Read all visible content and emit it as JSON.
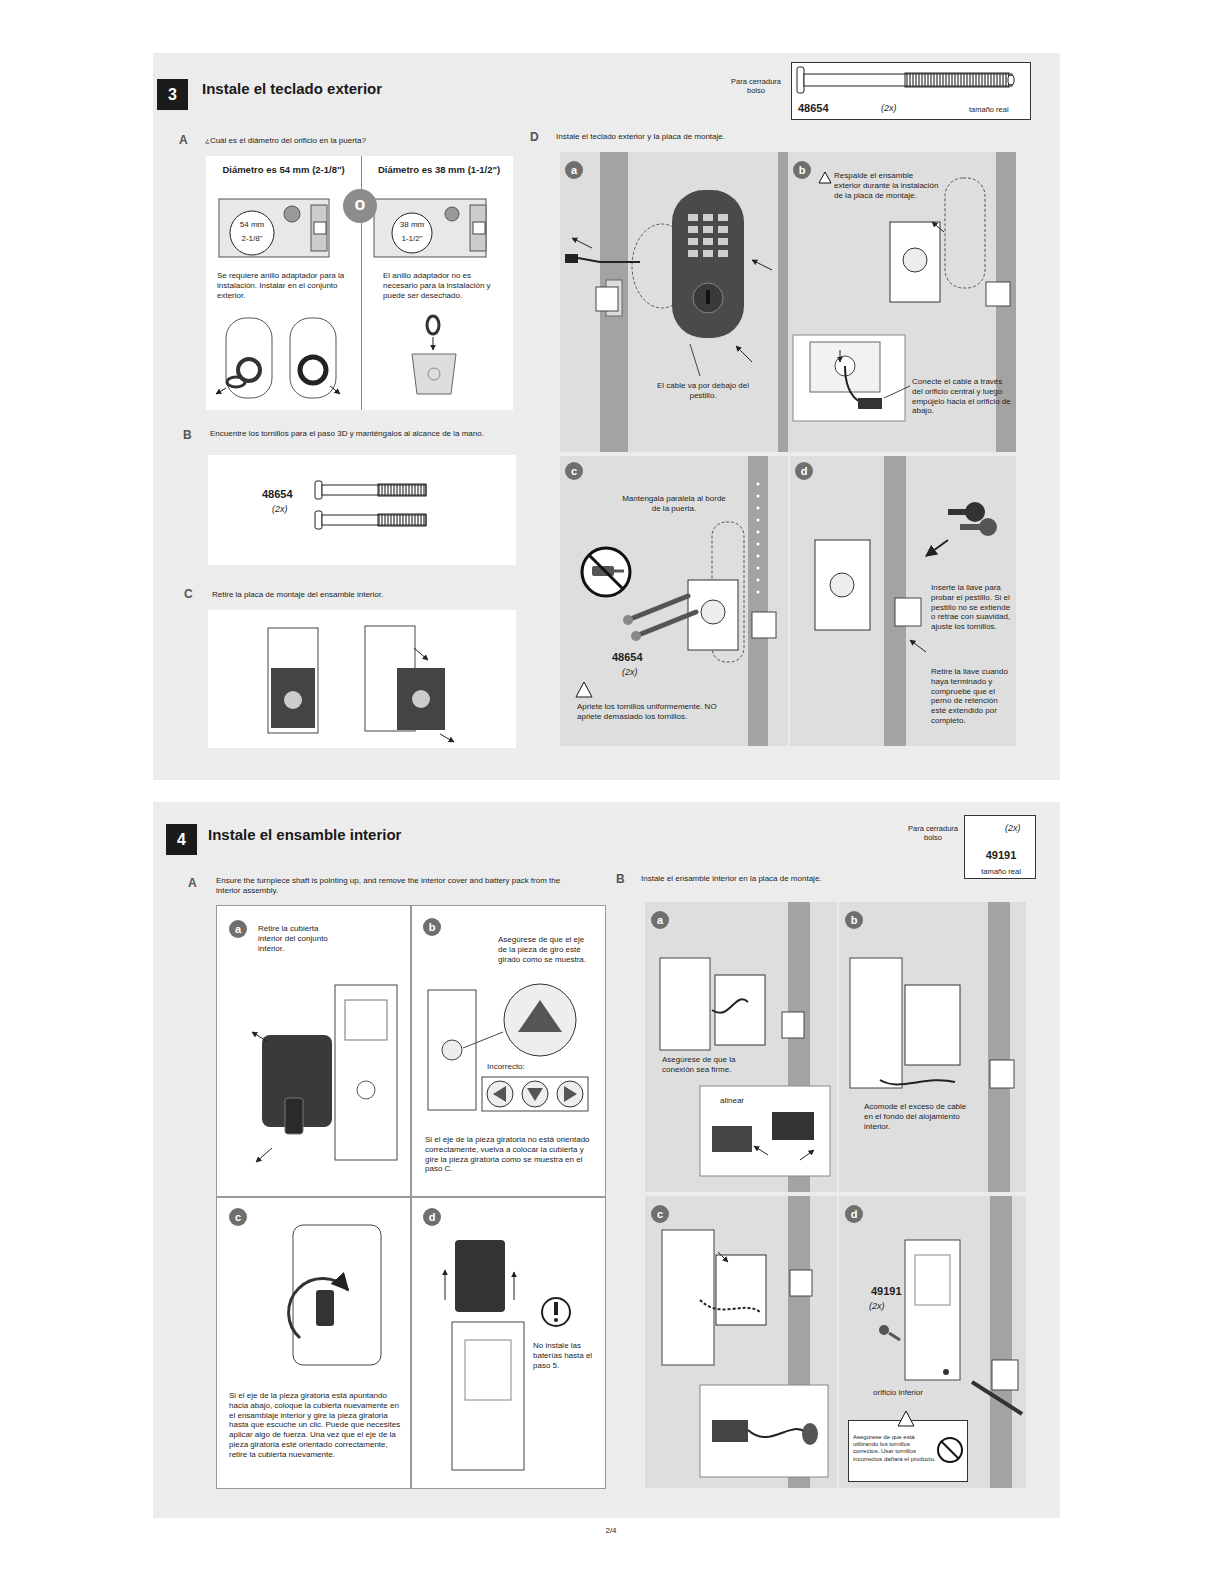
{
  "diagram": {
    "nodes": [
      {
        "text": [
          "Instale el teclado exterior"
        ]
      },
      {
        "text": [
          "3"
        ],
        "in": 0
      },
      {
        "text": [
          "Para cerradura bolso",
          "48654",
          "(2x)",
          "tamaño real"
        ],
        "in": 0
      },
      {
        "text": [
          "Diámetro es 54 mm (2-1/8\")",
          "Se requiere anillo adaptador para la instalación. Instalar en el conjunto exterior."
        ],
        "in": 0
      },
      {
        "text": [
          "o"
        ],
        "in": 0
      },
      {
        "text": [
          "Diámetro es 38 mm (1-1/2\")",
          "El anillo adaptador no es necesario para la instalación y puede ser desechado."
        ],
        "in": 0
      },
      {
        "text": [
          "48654",
          "(2x)"
        ],
        "in": 0
      },
      {
        "text": [
          "a",
          "El cable va por debajo del pestillo."
        ],
        "in": 0
      },
      {
        "text": [
          "b",
          "Respalde el ensamble exterior durante la instalación de la placa de montaje.",
          "Conecte el cable a través del orificio central y luego empújelo hacia el orificio de abajo."
        ],
        "in": 0
      },
      {
        "text": [
          "c",
          "Mantengala paralela al borde de la puerta.",
          "48654",
          "(2x)",
          "Apriete los tornillos uniformemente. NO apriete demasiado los tornillos."
        ],
        "in": 0
      },
      {
        "text": [
          "d",
          "Inserte la llave para probar el pestillo. Si el pestillo no se extiende o retrae con suavidad, ajuste los tornillos.",
          "Retire la llave cuando haya terminado y compruebe que el perno de retención esté extendido por completo."
        ],
        "in": 0
      },
      {
        "text": [
          "Instale el ensamble interior"
        ]
      },
      {
        "text": [
          "4"
        ],
        "in": 11
      },
      {
        "text": [
          "Para cerradura bolso",
          "(2x)",
          "49191",
          "tamaño real"
        ],
        "in": 11
      },
      {
        "text": [
          "a",
          "Retire la cubierta interior del conjunto interior."
        ],
        "in": 11
      },
      {
        "text": [
          "b",
          "Asegúrese de que el eje de la pieza de giro esté girado como se muestra.",
          "Incorrecto:",
          "Si el eje de la pieza giratoria no está orientado correctamente, vuelva a colocar la cubierta y gire la pieza giratoria como se muestra en el paso C."
        ],
        "in": 11
      },
      {
        "text": [
          "c",
          "Si el eje de la pieza giratoria está apuntando hacia abajo, coloque la cubierta nuevamente en el ensamblaje interior y gire la pieza giratoria hasta que escuche un clic. Puede que necesites aplicar algo de fuerza. Una vez que el eje de la pieza giratoria esté orientado correctamente, retire la cubierta nuevamente."
        ],
        "in": 11
      },
      {
        "text": [
          "d",
          "No instale las baterías hasta el paso 5."
        ],
        "in": 11
      },
      {
        "text": [
          "a",
          "Asegúrese de que la conexión sea firme.",
          "alinear"
        ],
        "in": 11
      },
      {
        "text": [
          "b",
          "Acomode el exceso de cable en el fondo del alojamiento interior."
        ],
        "in": 11
      },
      {
        "text": [
          "c"
        ],
        "in": 11
      },
      {
        "text": [
          "d",
          "49191",
          "(2x)",
          "orificio inferior"
        ],
        "in": 11
      },
      {
        "text": [
          "Asegúrese de que está utilizando los tornillos correctos. Usar tornillos incorrectos dañará el producto."
        ],
        "in": 21
      }
    ],
    "labels": [
      "A",
      "¿Cuál es el diámetro del orificio en la puerta?",
      "54 mm",
      "2-1/8\"",
      "38 mm",
      "1-1/2\"",
      "B",
      "Encuentre los tornillos para el paso 3D y manténgalos al alcance de la mano.",
      "C",
      "Retire la placa de montaje del ensamble interior.",
      "D",
      "Instale el teclado exterior y la placa de montaje.",
      "A",
      "Ensure the turnpiece shaft is pointing up, and remove the interior cover and battery pack from the interior assembly.",
      "B",
      "Instale el ensamble interior en la placa de montaje.",
      "2/4"
    ]
  }
}
